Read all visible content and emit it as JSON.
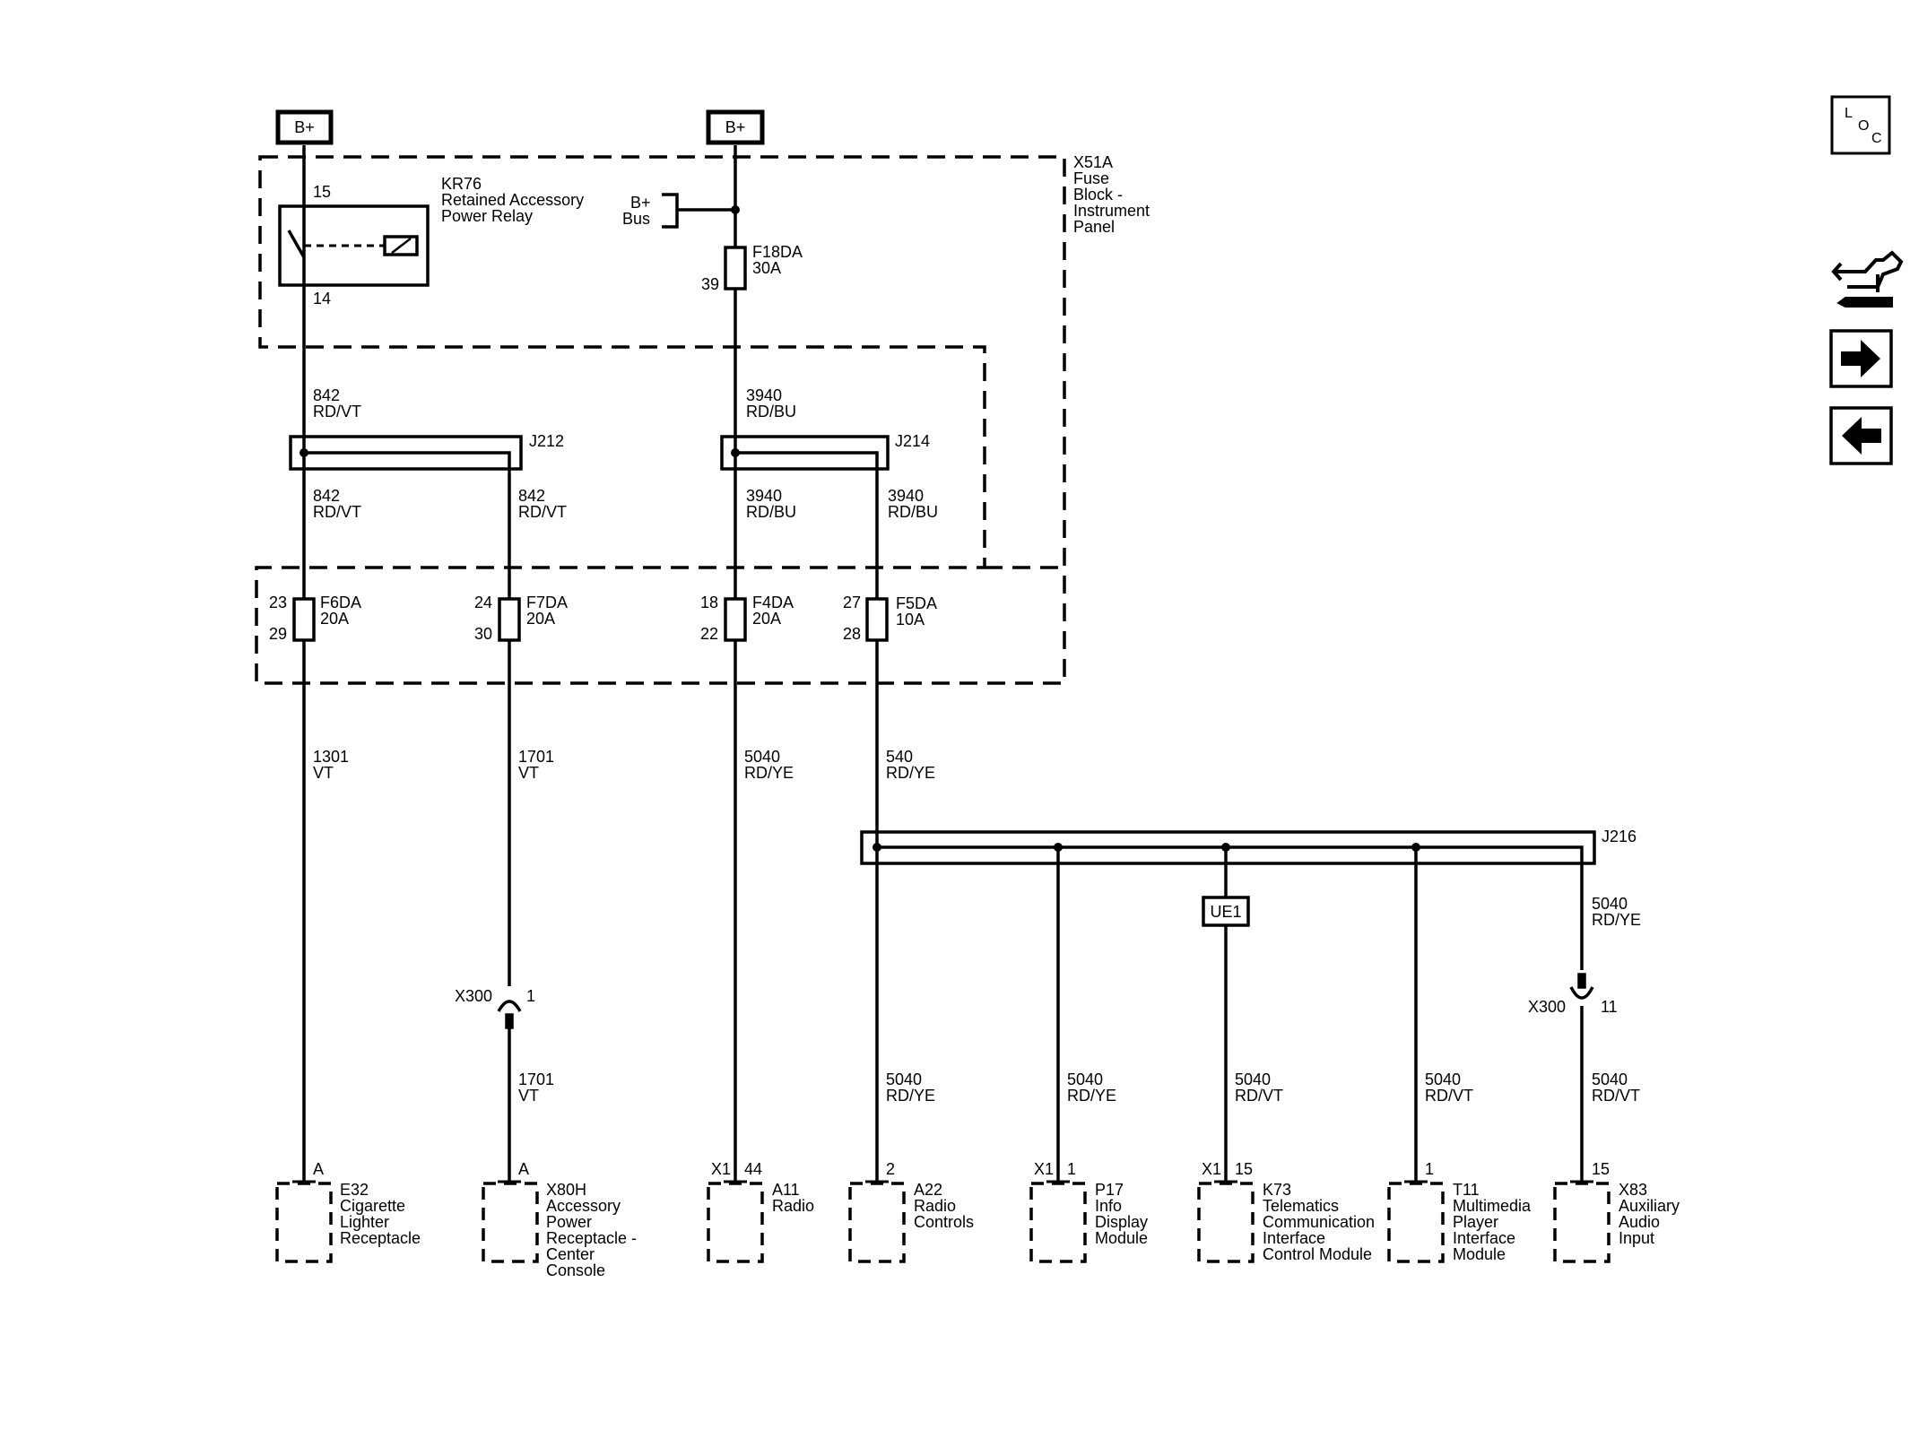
{
  "power": {
    "b_plus_left": "B+",
    "b_plus_right": "B+",
    "bus_line1": "B+",
    "bus_line2": "Bus"
  },
  "fuse_block": {
    "id": "X51A",
    "line1": "Fuse",
    "line2": "Block -",
    "line3": "Instrument",
    "line4": "Panel"
  },
  "relay": {
    "id": "KR76",
    "line1": "Retained Accessory",
    "line2": "Power Relay",
    "pin_top": "15",
    "pin_bottom": "14"
  },
  "fuse_f18": {
    "id": "F18DA",
    "rating": "30A",
    "pin": "39"
  },
  "junctions": {
    "j212": "J212",
    "j214": "J214",
    "j216": "J216"
  },
  "wires": {
    "w842_top": {
      "circuit": "842",
      "color": "RD/VT"
    },
    "w842_left": {
      "circuit": "842",
      "color": "RD/VT"
    },
    "w842_right": {
      "circuit": "842",
      "color": "RD/VT"
    },
    "w3940_top": {
      "circuit": "3940",
      "color": "RD/BU"
    },
    "w3940_left": {
      "circuit": "3940",
      "color": "RD/BU"
    },
    "w3940_right": {
      "circuit": "3940",
      "color": "RD/BU"
    },
    "w1301": {
      "circuit": "1301",
      "color": "VT"
    },
    "w1701_top": {
      "circuit": "1701",
      "color": "VT"
    },
    "w5040_a11": {
      "circuit": "5040",
      "color": "RD/YE"
    },
    "w540": {
      "circuit": "540",
      "color": "RD/YE"
    },
    "w1701_bottom": {
      "circuit": "1701",
      "color": "VT"
    },
    "w5040_j216_right": {
      "circuit": "5040",
      "color": "RD/YE"
    },
    "w5040_a22": {
      "circuit": "5040",
      "color": "RD/YE"
    },
    "w5040_p17": {
      "circuit": "5040",
      "color": "RD/YE"
    },
    "w5040_k73": {
      "circuit": "5040",
      "color": "RD/VT"
    },
    "w5040_t11": {
      "circuit": "5040",
      "color": "RD/VT"
    },
    "w5040_x83": {
      "circuit": "5040",
      "color": "RD/VT"
    }
  },
  "fuses": [
    {
      "id": "F6DA",
      "rating": "20A",
      "pin_top": "23",
      "pin_bottom": "29"
    },
    {
      "id": "F7DA",
      "rating": "20A",
      "pin_top": "24",
      "pin_bottom": "30"
    },
    {
      "id": "F4DA",
      "rating": "20A",
      "pin_top": "18",
      "pin_bottom": "22"
    },
    {
      "id": "F5DA",
      "rating": "10A",
      "pin_top": "27",
      "pin_bottom": "28"
    }
  ],
  "option_ue1": "UE1",
  "x300_left": {
    "name": "X300",
    "pin": "1"
  },
  "x300_right": {
    "name": "X300",
    "pin": "11"
  },
  "components": [
    {
      "connector": "",
      "pin": "A",
      "id": "E32",
      "lines": [
        "Cigarette",
        "Lighter",
        "Receptacle"
      ]
    },
    {
      "connector": "",
      "pin": "A",
      "id": "X80H",
      "lines": [
        "Accessory",
        "Power",
        "Receptacle -",
        "Center",
        "Console"
      ]
    },
    {
      "connector": "X1",
      "pin": "44",
      "id": "A11",
      "lines": [
        "Radio"
      ]
    },
    {
      "connector": "",
      "pin": "2",
      "id": "A22",
      "lines": [
        "Radio",
        "Controls"
      ]
    },
    {
      "connector": "X1",
      "pin": "1",
      "id": "P17",
      "lines": [
        "Info",
        "Display",
        "Module"
      ]
    },
    {
      "connector": "X1",
      "pin": "15",
      "id": "K73",
      "lines": [
        "Telematics",
        "Communication",
        "Interface",
        "Control Module"
      ]
    },
    {
      "connector": "",
      "pin": "1",
      "id": "T11",
      "lines": [
        "Multimedia",
        "Player",
        "Interface",
        "Module"
      ]
    },
    {
      "connector": "",
      "pin": "15",
      "id": "X83",
      "lines": [
        "Auxiliary",
        "Audio",
        "Input"
      ]
    }
  ],
  "side_nav": {
    "loc": {
      "l": "L",
      "o": "O",
      "c": "C"
    },
    "icons": [
      "connector-tool-icon",
      "arrow-right-icon",
      "arrow-left-icon"
    ]
  }
}
